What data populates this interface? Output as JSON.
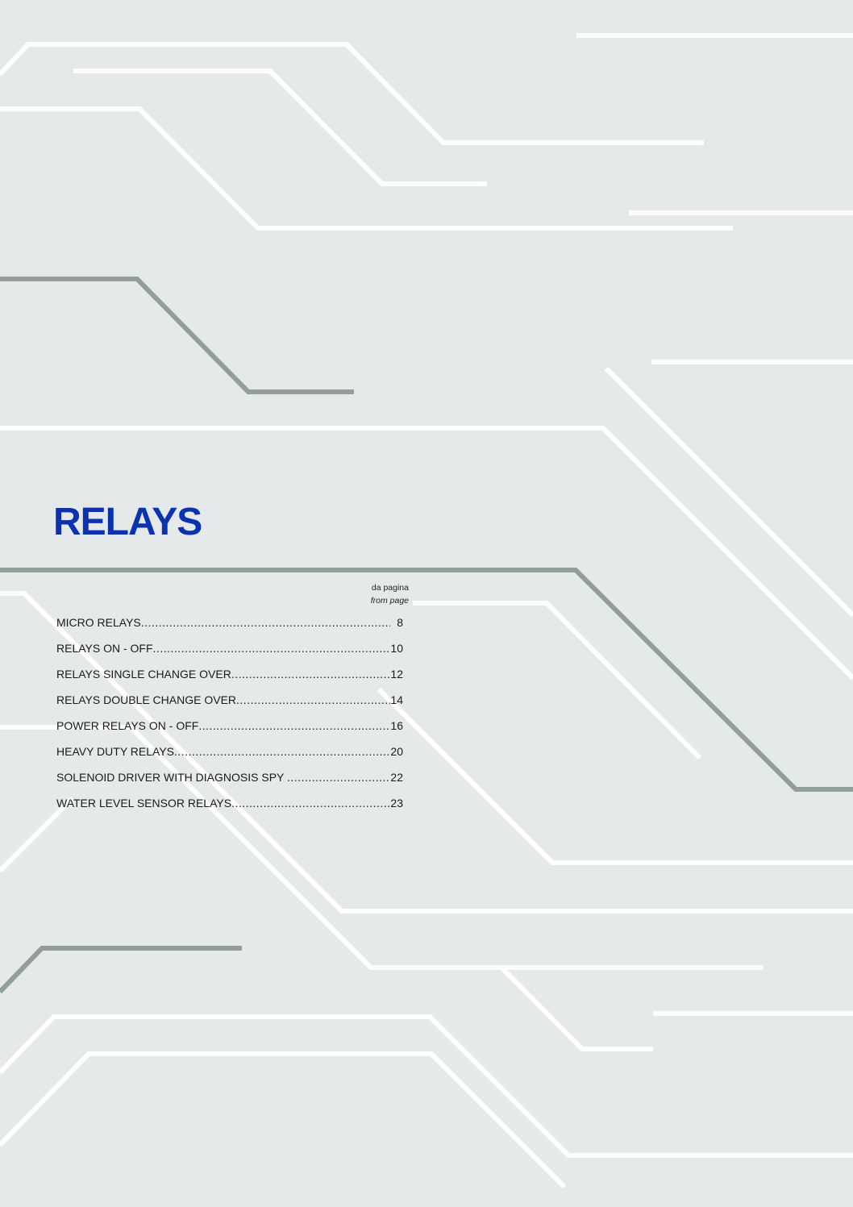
{
  "title": "RELAYS",
  "header": {
    "it": "da pagina",
    "en": "from page"
  },
  "toc": [
    {
      "label": "MICRO RELAYS",
      "page": "8"
    },
    {
      "label": "RELAYS ON - OFF",
      "page": "10"
    },
    {
      "label": "RELAYS SINGLE CHANGE OVER",
      "page": "12"
    },
    {
      "label": "RELAYS DOUBLE CHANGE OVER",
      "page": "14"
    },
    {
      "label": "POWER RELAYS ON - OFF",
      "page": "16"
    },
    {
      "label": "HEAVY DUTY RELAYS",
      "page": "20"
    },
    {
      "label": "SOLENOID DRIVER WITH DIAGNOSIS SPY ",
      "page": "22"
    },
    {
      "label": "WATER LEVEL SENSOR RELAYS",
      "page": "23"
    }
  ],
  "colors": {
    "background": "#e6e9ea",
    "accent": "#0a33b0",
    "line_gray": "#939e9b"
  }
}
